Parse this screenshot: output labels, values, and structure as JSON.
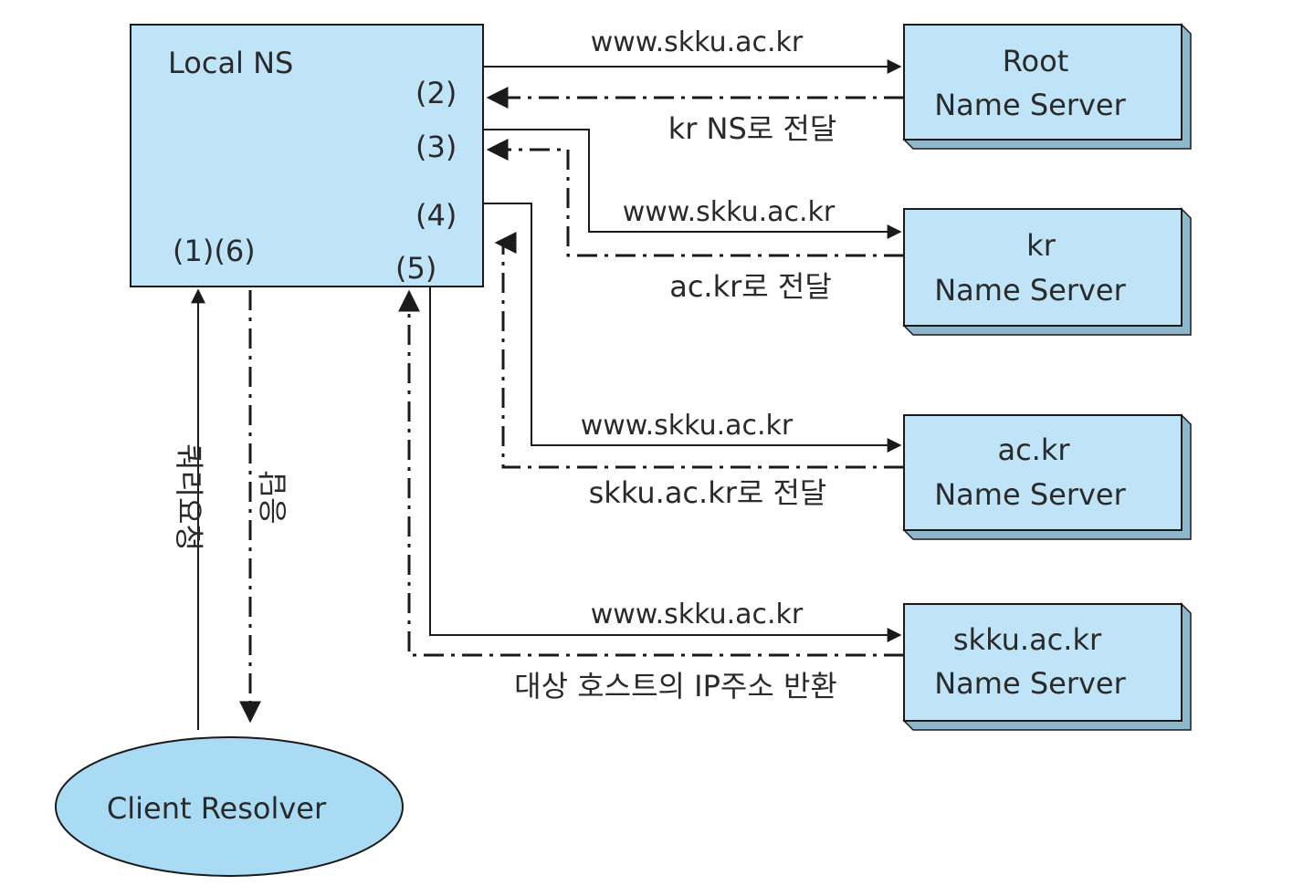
{
  "local_ns": {
    "title": "Local NS",
    "steps": {
      "s2": "(2)",
      "s3": "(3)",
      "s4": "(4)",
      "s5": "(5)",
      "s1_6": "(1)(6)"
    }
  },
  "servers": [
    {
      "line1": "Root",
      "line2": "Name Server"
    },
    {
      "line1": "kr",
      "line2": "Name Server"
    },
    {
      "line1": "ac.kr",
      "line2": "Name Server"
    },
    {
      "line1": "skku.ac.kr",
      "line2": "Name Server"
    }
  ],
  "queries": [
    "www.skku.ac.kr",
    "www.skku.ac.kr",
    "www.skku.ac.kr",
    "www.skku.ac.kr"
  ],
  "responses": [
    "kr NS로 전달",
    "ac.kr로 전달",
    "skku.ac.kr로 전달",
    "대상 호스트의 IP주소 반환"
  ],
  "client": {
    "label": "Client Resolver",
    "query_label": "쿼리요청",
    "response_label": "응답"
  },
  "colors": {
    "box_fill": "#bfe3f7",
    "box_shadow": "#8fb7cc",
    "ellipse_fill": "#a9dcf4",
    "line": "#1a1a1a"
  }
}
